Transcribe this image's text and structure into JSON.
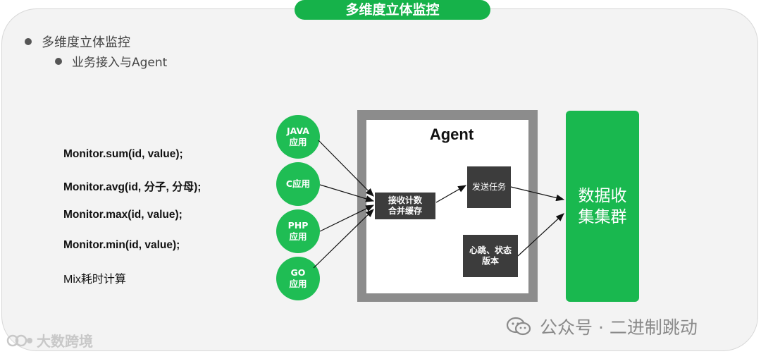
{
  "title": "多维度立体监控",
  "bullets": {
    "level1": "多维度立体监控",
    "level2": "业务接入与Agent"
  },
  "code_lines": [
    "Monitor.sum(id, value);",
    "Monitor.avg(id, 分子, 分母);",
    "Monitor.max(id, value);",
    "Monitor.min(id, value);",
    "Mix耗时计算"
  ],
  "apps": [
    "JAVA\n应用",
    "C应用",
    "PHP\n应用",
    "GO\n应用"
  ],
  "agent": {
    "label": "Agent",
    "receive_box": "接收计数\n合并缓存",
    "send_box": "发送任务",
    "heartbeat_box": "心跳、状态\n版本"
  },
  "cluster": "数据收\n集集群",
  "watermark": {
    "text": "公众号 · 二进制跳动",
    "icon": "wechat-icon"
  },
  "logo": {
    "text": "大数跨境"
  },
  "colors": {
    "green": "#16b24a",
    "dark_box": "#3c3c3c",
    "frame": "#8c8c8c"
  }
}
